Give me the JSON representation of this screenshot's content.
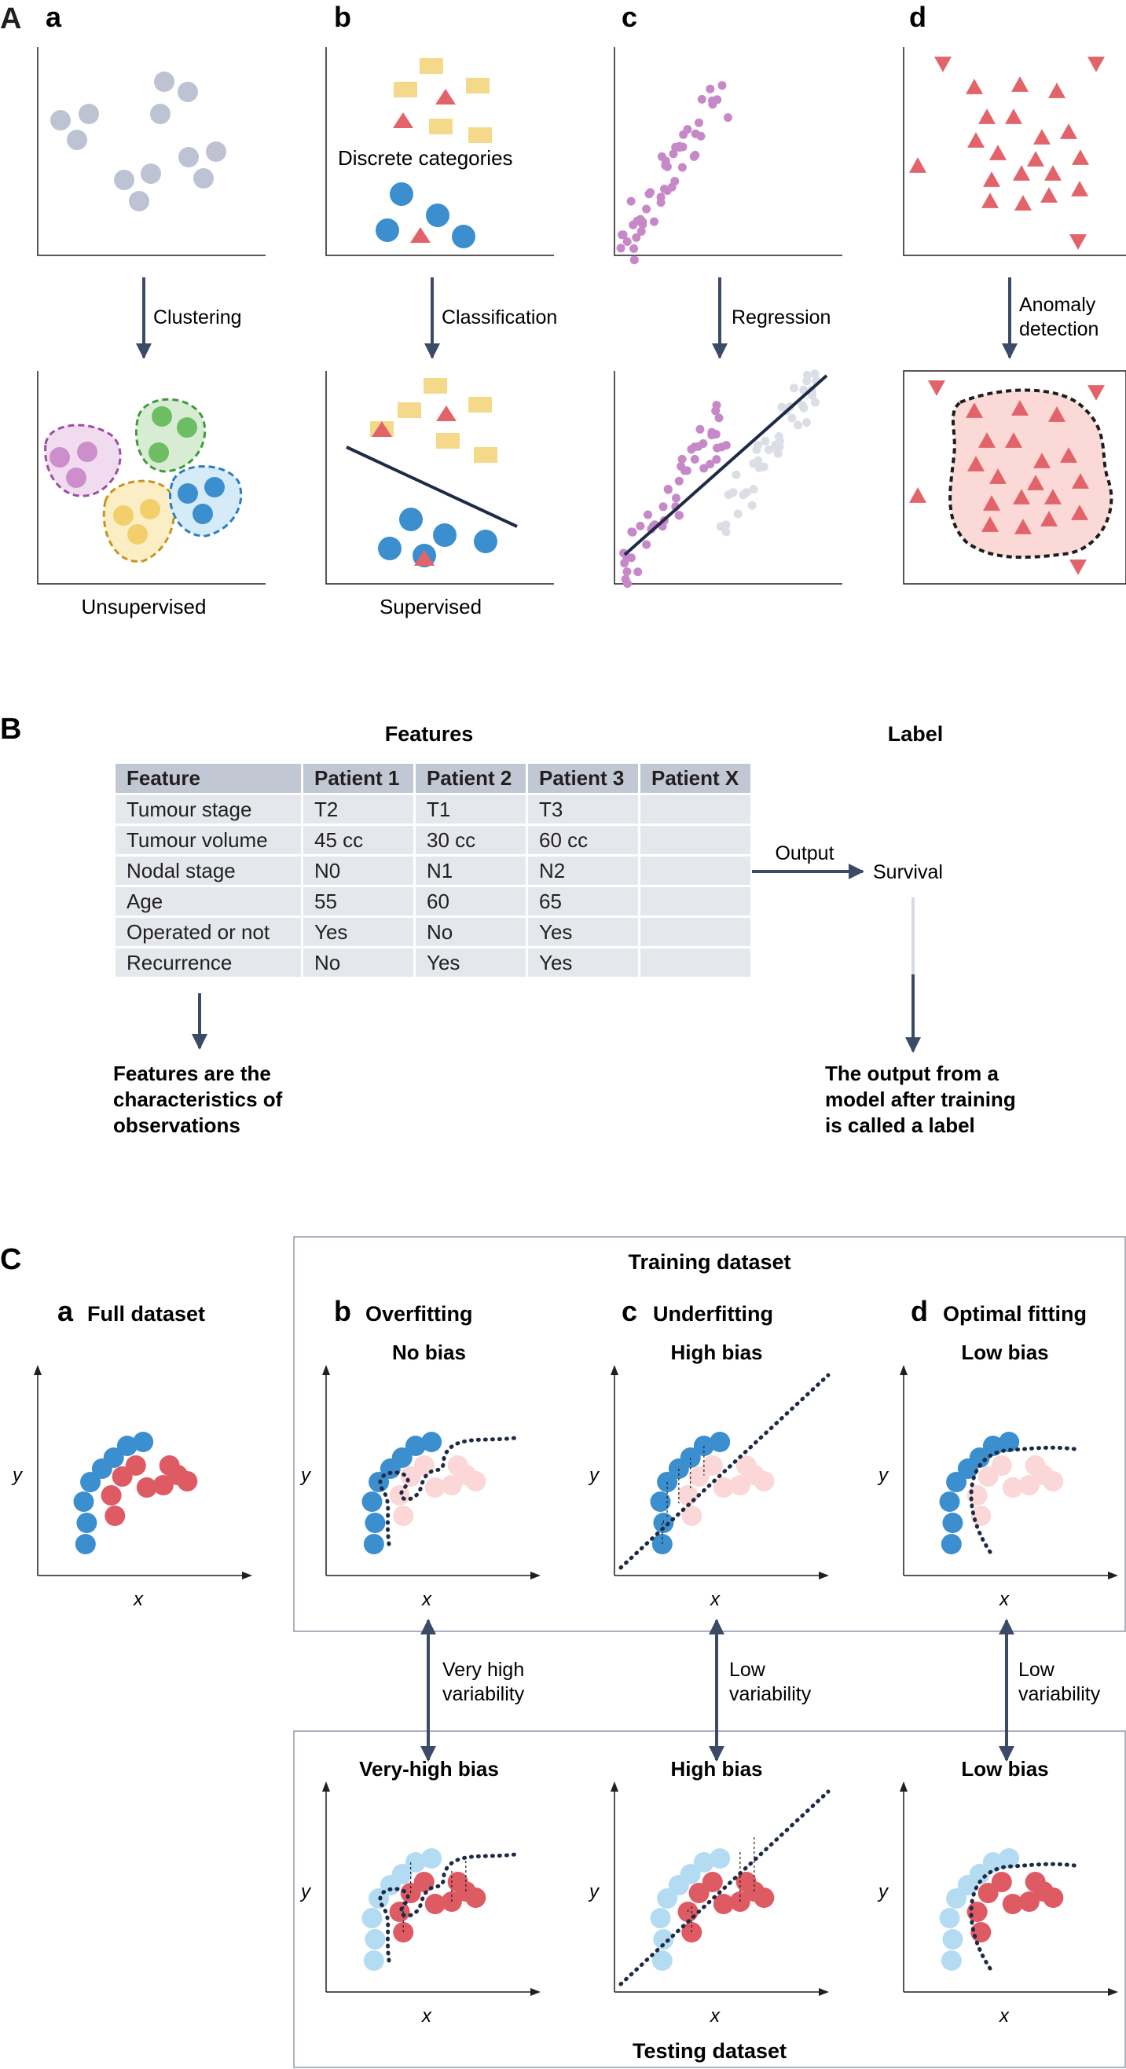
{
  "panel_A": {
    "letter": "A",
    "subpanels": [
      {
        "letter": "a",
        "arrow_label": [
          "Clustering"
        ],
        "caption": "Unsupervised"
      },
      {
        "letter": "b",
        "inner_label": "Discrete categories",
        "arrow_label": [
          "Classification"
        ],
        "caption": "Supervised"
      },
      {
        "letter": "c",
        "arrow_label": [
          "Regression"
        ]
      },
      {
        "letter": "d",
        "arrow_label": [
          "Anomaly",
          "detection"
        ]
      }
    ]
  },
  "panel_B": {
    "letter": "B",
    "features_heading": "Features",
    "label_heading": "Label",
    "table": {
      "headers": [
        "Feature",
        "Patient 1",
        "Patient 2",
        "Patient 3",
        "Patient X"
      ],
      "rows": [
        [
          "Tumour stage",
          "T2",
          "T1",
          "T3",
          ""
        ],
        [
          "Tumour volume",
          "45 cc",
          "30 cc",
          "60 cc",
          ""
        ],
        [
          "Nodal stage",
          "N0",
          "N1",
          "N2",
          ""
        ],
        [
          "Age",
          "55",
          "60",
          "65",
          ""
        ],
        [
          "Operated or not",
          "Yes",
          "No",
          "Yes",
          ""
        ],
        [
          "Recurrence",
          "No",
          "Yes",
          "Yes",
          ""
        ]
      ]
    },
    "output_label": "Output",
    "survival_label": "Survival",
    "features_note": [
      "Features are the",
      "characteristics of",
      "observations"
    ],
    "label_note": [
      "The output from a",
      "model after training",
      "is called a label"
    ]
  },
  "panel_C": {
    "letter": "C",
    "training_title": "Training dataset",
    "testing_title": "Testing dataset",
    "axis_x": "x",
    "axis_y": "y",
    "subpanels": [
      {
        "letter": "a",
        "title": "Full dataset"
      },
      {
        "letter": "b",
        "title": "Overfitting",
        "train_bias": "No bias",
        "test_bias": "Very-high bias",
        "variability": [
          "Very high",
          "variability"
        ]
      },
      {
        "letter": "c",
        "title": "Underfitting",
        "train_bias": "High bias",
        "test_bias": "High bias",
        "variability": [
          "Low",
          "variability"
        ]
      },
      {
        "letter": "d",
        "title": "Optimal fitting",
        "train_bias": "Low bias",
        "test_bias": "Low bias",
        "variability": [
          "Low",
          "variability"
        ]
      }
    ]
  },
  "colors": {
    "ink": "#231f20",
    "arrow": "#3b4a66",
    "grey_dot": "#bdc3d3",
    "blue_dot": "#3b8fcf",
    "light_blue_dot": "#b3dcf3",
    "red_dot": "#de5b63",
    "pink_dot": "#fbd7d7",
    "yellow_box": "#f5d98b",
    "red_triangle": "#e2646a",
    "purple_dot": "#c788c8",
    "table_header": "#c2c8d3",
    "table_cell": "#e4e7ec"
  }
}
